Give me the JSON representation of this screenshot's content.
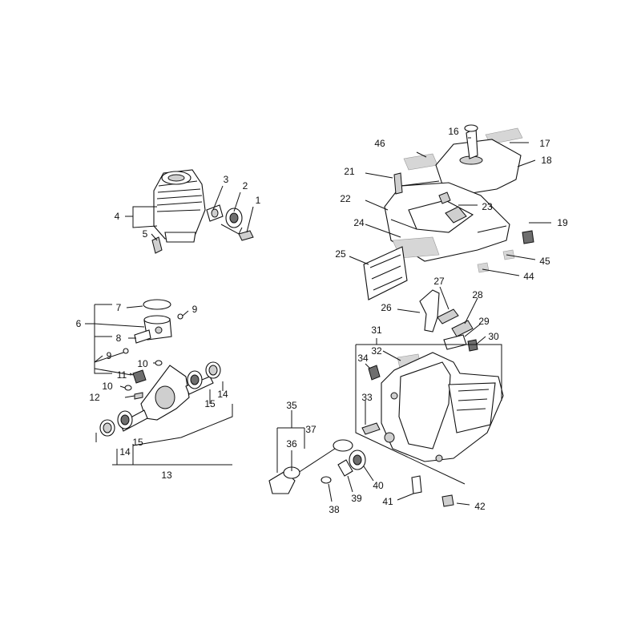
{
  "diagram": {
    "callouts": [
      {
        "id": "c1",
        "text": "1"
      },
      {
        "id": "c2",
        "text": "2"
      },
      {
        "id": "c3",
        "text": "3"
      },
      {
        "id": "c4",
        "text": "4"
      },
      {
        "id": "c5",
        "text": "5"
      },
      {
        "id": "c6",
        "text": "6"
      },
      {
        "id": "c7",
        "text": "7"
      },
      {
        "id": "c8",
        "text": "8"
      },
      {
        "id": "c9a",
        "text": "9"
      },
      {
        "id": "c9b",
        "text": "9"
      },
      {
        "id": "c10a",
        "text": "10"
      },
      {
        "id": "c10b",
        "text": "10"
      },
      {
        "id": "c11",
        "text": "11"
      },
      {
        "id": "c12",
        "text": "12"
      },
      {
        "id": "c13",
        "text": "13"
      },
      {
        "id": "c14a",
        "text": "14"
      },
      {
        "id": "c14b",
        "text": "14"
      },
      {
        "id": "c15a",
        "text": "15"
      },
      {
        "id": "c15b",
        "text": "15"
      },
      {
        "id": "c16",
        "text": "16"
      },
      {
        "id": "c17",
        "text": "17"
      },
      {
        "id": "c18",
        "text": "18"
      },
      {
        "id": "c19",
        "text": "19"
      },
      {
        "id": "c21",
        "text": "21"
      },
      {
        "id": "c22",
        "text": "22"
      },
      {
        "id": "c23",
        "text": "23"
      },
      {
        "id": "c24",
        "text": "24"
      },
      {
        "id": "c25",
        "text": "25"
      },
      {
        "id": "c26",
        "text": "26"
      },
      {
        "id": "c27",
        "text": "27"
      },
      {
        "id": "c28",
        "text": "28"
      },
      {
        "id": "c29",
        "text": "29"
      },
      {
        "id": "c30",
        "text": "30"
      },
      {
        "id": "c31",
        "text": "31"
      },
      {
        "id": "c32",
        "text": "32"
      },
      {
        "id": "c33",
        "text": "33"
      },
      {
        "id": "c34",
        "text": "34"
      },
      {
        "id": "c35",
        "text": "35"
      },
      {
        "id": "c36",
        "text": "36"
      },
      {
        "id": "c37",
        "text": "37"
      },
      {
        "id": "c38",
        "text": "38"
      },
      {
        "id": "c39",
        "text": "39"
      },
      {
        "id": "c40",
        "text": "40"
      },
      {
        "id": "c41",
        "text": "41"
      },
      {
        "id": "c42",
        "text": "42"
      },
      {
        "id": "c44",
        "text": "44"
      },
      {
        "id": "c45",
        "text": "45"
      },
      {
        "id": "c46",
        "text": "46"
      }
    ]
  }
}
